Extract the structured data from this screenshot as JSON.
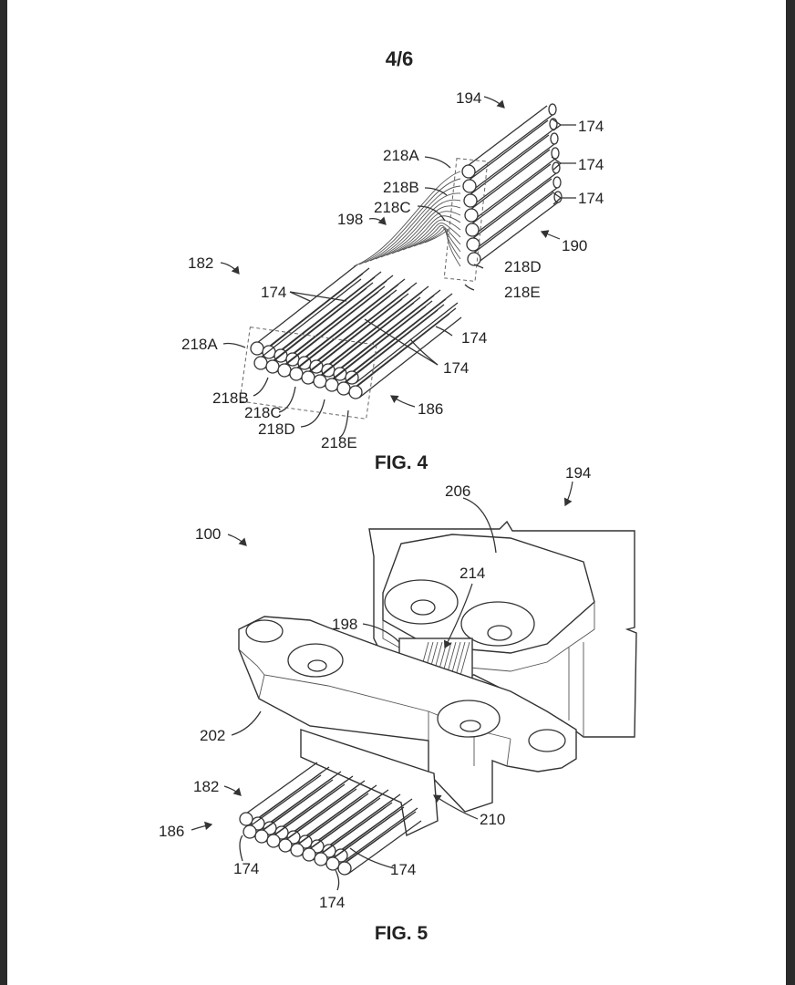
{
  "sheet": {
    "page_number": "4/6"
  },
  "figures": [
    {
      "caption": "FIG. 4",
      "labels": {
        "l194": "194",
        "l174a": "174",
        "l174b": "174",
        "l174c": "174",
        "l218A_top": "218A",
        "l218B_top": "218B",
        "l218C_top": "218C",
        "l198": "198",
        "l190": "190",
        "l182": "182",
        "l218D_right": "218D",
        "l218E_right": "218E",
        "l174d": "174",
        "l174e": "174",
        "l174f": "174",
        "l218A_left": "218A",
        "l218B_bot": "218B",
        "l218C_bot": "218C",
        "l218D_bot": "218D",
        "l218E_bot": "218E",
        "l186": "186"
      }
    },
    {
      "caption": "FIG. 5",
      "labels": {
        "l194": "194",
        "l206": "206",
        "l100": "100",
        "l214": "214",
        "l198": "198",
        "l202": "202",
        "l182": "182",
        "l210": "210",
        "l186": "186",
        "l174a": "174",
        "l174b": "174",
        "l174c": "174"
      }
    }
  ]
}
